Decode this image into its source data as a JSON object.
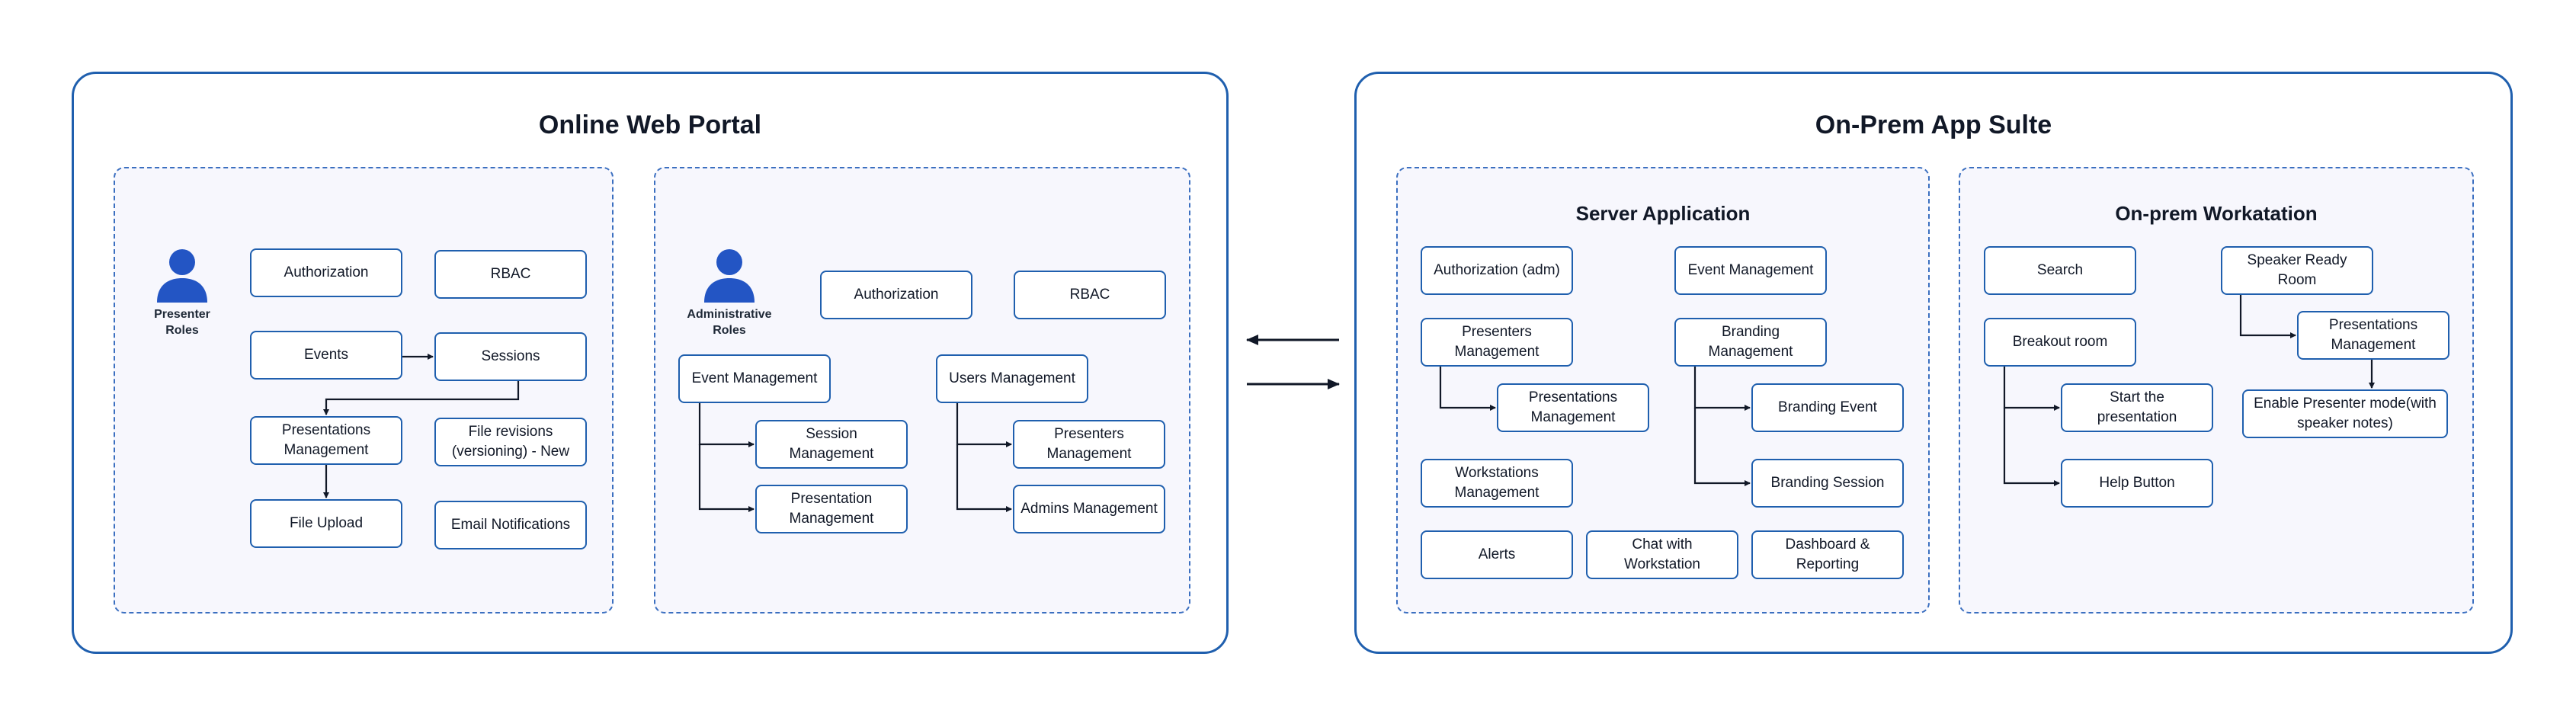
{
  "colors": {
    "accent": "#1f5fae",
    "panel_bg": "#f7f7fd",
    "icon": "#2355c4"
  },
  "web_portal": {
    "title": "Online Web Portal",
    "presenter": {
      "role_label": "Presenter Roles",
      "authorization": "Authorization",
      "rbac": "RBAC",
      "events": "Events",
      "sessions": "Sessions",
      "presentations_management": "Presentations Management",
      "file_revisions": "File revisions (versioning) - New",
      "file_upload": "File Upload",
      "email_notifications": "Email Notifications"
    },
    "admin": {
      "role_label": "Administrative Roles",
      "authorization": "Authorization",
      "rbac": "RBAC",
      "event_management": "Event Management",
      "session_management": "Session Management",
      "presentation_management": "Presentation Management",
      "users_management": "Users Management",
      "presenters_management": "Presenters Management",
      "admins_management": "Admins Management"
    }
  },
  "on_prem": {
    "title": "On-Prem App Sulte",
    "server": {
      "title": "Server Application",
      "authorization_adm": "Authorization (adm)",
      "event_management": "Event Management",
      "presenters_management": "Presenters Management",
      "presentations_management": "Presentations Management",
      "branding_management": "Branding Management",
      "branding_event": "Branding Event",
      "branding_session": "Branding Session",
      "workstations_management": "Workstations Management",
      "alerts": "Alerts",
      "chat_with_workstation": "Chat with Workstation",
      "dashboard_reporting": "Dashboard & Reporting"
    },
    "workstation": {
      "title": "On-prem Workatation",
      "search": "Search",
      "speaker_ready_room": "Speaker Ready Room",
      "presentations_management": "Presentations Management",
      "breakout_room": "Breakout room",
      "start_presentation": "Start the presentation",
      "enable_presenter_mode": "Enable Presenter mode(with speaker notes)",
      "help_button": "Help Button"
    }
  }
}
